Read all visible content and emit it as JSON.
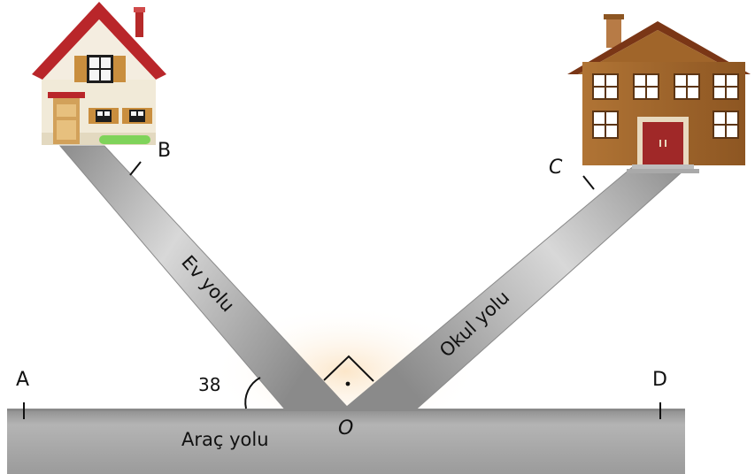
{
  "points": {
    "a": "A",
    "b": "B",
    "c": "C",
    "d": "D",
    "o": "O"
  },
  "roads": {
    "home": "Ev yolu",
    "school": "Okul yolu",
    "vehicle": "Araç yolu"
  },
  "angle_label": "38",
  "colors": {
    "road_light": "#c9c9c9",
    "road_mid": "#9e9e9e",
    "road_dark": "#7a7a7a",
    "roof_red": "#b9262a",
    "house_wall": "#f1ead8",
    "school_wall": "#a0652a",
    "glow": "#fbe9cf"
  },
  "icons": {
    "home": "house-icon",
    "school": "school-building-icon"
  }
}
